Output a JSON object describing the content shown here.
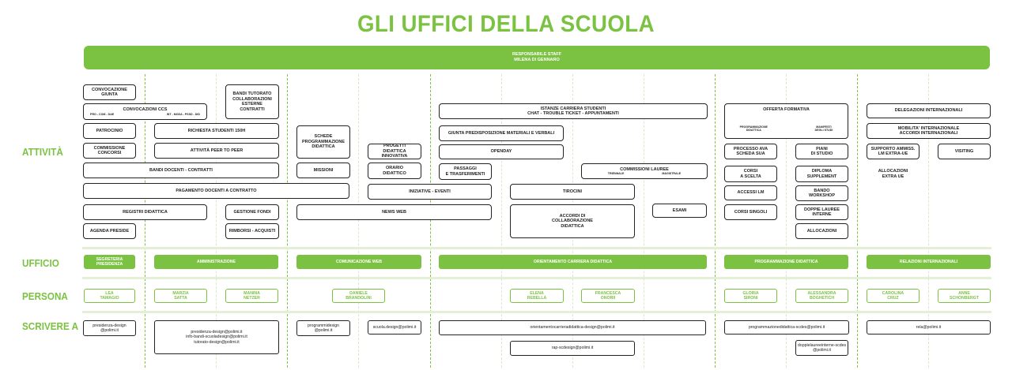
{
  "title": "GLI UFFICI DELLA SCUOLA",
  "staff": {
    "role": "RESPONSABILE STAFF",
    "name": "MILENA DI GENNARO"
  },
  "row_labels": {
    "attivita": "ATTIVITÀ",
    "ufficio": "UFFICIO",
    "persona": "PERSONA",
    "scrivere": "SCRIVERE A"
  },
  "activities": {
    "convocazione_giunta": "CONVOCAZIONE\nGIUNTA",
    "convocazioni_ccs": "CONVOCAZIONI CCS",
    "ccs_sub_left": "PRO - COM - DAE",
    "ccs_sub_right": "INT - MODA - PSSD - DID",
    "patrocinio": "PATROCINIO",
    "commissione_concorsi": "COMMISSIONE\nCONCORSI",
    "bandi_tutorato": "BANDI TUTORATO\nCOLLABORAZIONI\nESTERNE\nCONTRATTI",
    "richiesta_studenti": "RICHIESTA STUDENTI 150H",
    "attivita_peer": "ATTIVITÀ PEER TO PEER",
    "bandi_docenti": "BANDI DOCENTI - CONTRATTI",
    "pagamento_docenti": "PAGAMENTO DOCENTI A CONTRATTO",
    "registri_didattica": "REGISTRI DIDATTICA",
    "gestione_fondi": "GESTIONE FONDI",
    "agenda_preside": "AGENDA PRESIDE",
    "rimborsi": "RIMBORSI - ACQUISTI",
    "schede_programmazione": "SCHEDE\nPROGRAMMAZIONE\nDIDATTICA",
    "missioni": "MISSIONI",
    "news_web": "NEWS WEB",
    "progetti_innovativa": "PROGETTI\nDIDATTICA INNOVATIVA",
    "orario_didattico": "ORARIO\nDIDATTICO",
    "iniziative_eventi": "INIZIATIVE - EVENTI",
    "istanze_carriera": "ISTANZE CARRIERA STUDENTI\nCHAT - TROUBLE TICKET - APPUNTAMENTI",
    "giunta_materiali": "GIUNTA PREDISPOSIZIONE MATERIALI E VERBALI",
    "openday": "OPENDAY",
    "passaggi": "PASSAGGI\nE TRASFERIMENTI",
    "commissioni_lauree": "COMMISSIONI LAUREE",
    "lauree_sub_left": "TRIENNALE",
    "lauree_sub_right": "MAGISTRALE",
    "tirocini": "TIROCINI",
    "accordi": "ACCORDI DI\nCOLLABORAZIONE\nDIDATTICA",
    "esami": "ESAMI",
    "offerta_formativa": "OFFERTA FORMATIVA",
    "offerta_sub_left": "PROGRAMMAZIONE\nDIDATTICA",
    "offerta_sub_right": "MANIFESTI\nDEGLI STUDI",
    "processo_ava": "PROCESSO AVA\nSCHEDA SUA",
    "piani_studio": "PIANI\nDI STUDIO",
    "corsi_scelta": "CORSI\nA SCELTA",
    "diploma_supplement": "DIPLOMA\nSUPPLEMENT",
    "accessi_lm": "ACCESSI LM",
    "bando_workshop": "BANDO\nWORKSHOP",
    "corsi_singoli": "CORSI SINGOLI",
    "doppie_lauree": "DOPPIE LAUREE\nINTERNE",
    "allocazioni": "ALLOCAZIONI",
    "delegazioni": "DELEGAZIONI INTERNAZIONALI",
    "mobilita": "MOBILITA' INTERNAZIONALE\nACCORDI INTERNAZIONALI",
    "supporto_ammiss": "SUPPORTO AMMISS.\nLM EXTRA-UE",
    "visiting": "VISITING",
    "allocazioni_extra": "ALLOCAZIONI\nEXTRA UE"
  },
  "offices": [
    "SEGRETERIA\nPRESIDENZA",
    "AMMINISTRAZIONE",
    "COMUNICAZIONE WEB",
    "ORIENTAMENTO CARRIERA DIDATTICA",
    "PROGRAMMAZIONE DIDATTICA",
    "RELAZIONI INTERNAZIONALI"
  ],
  "people": [
    "LEA\nTAMAGIO",
    "MARZIA\nSATTA",
    "MANINA\nNETZER",
    "DANIELE\nBRANDOLINI",
    "ELENA\nREBELLA",
    "FRANCESCA\nONORII",
    "GLORIA\nSIRONI",
    "ALESSANDRA\nBOGHETICH",
    "CAROLINA\nCRUZ",
    "ANNE\nSCHONBERGT"
  ],
  "emails": [
    "presidenza-design\n@polimi.it",
    "presidenza-design@polimi.it\ninfo-bandi-scuoladesign@polimi.it\ntutorato-design@polimi.it",
    "programmidesign\n@polimi.it",
    "scuola.design@polimi.it",
    "orientamentocarrieradidattica-design@polimi.it",
    "rap-scdesign@polimi.it",
    "programmazionedidattica-scdes@polimi.it",
    "doppielaureeinterne-scdes\n@polimi.it",
    "rela@polimi.it"
  ]
}
